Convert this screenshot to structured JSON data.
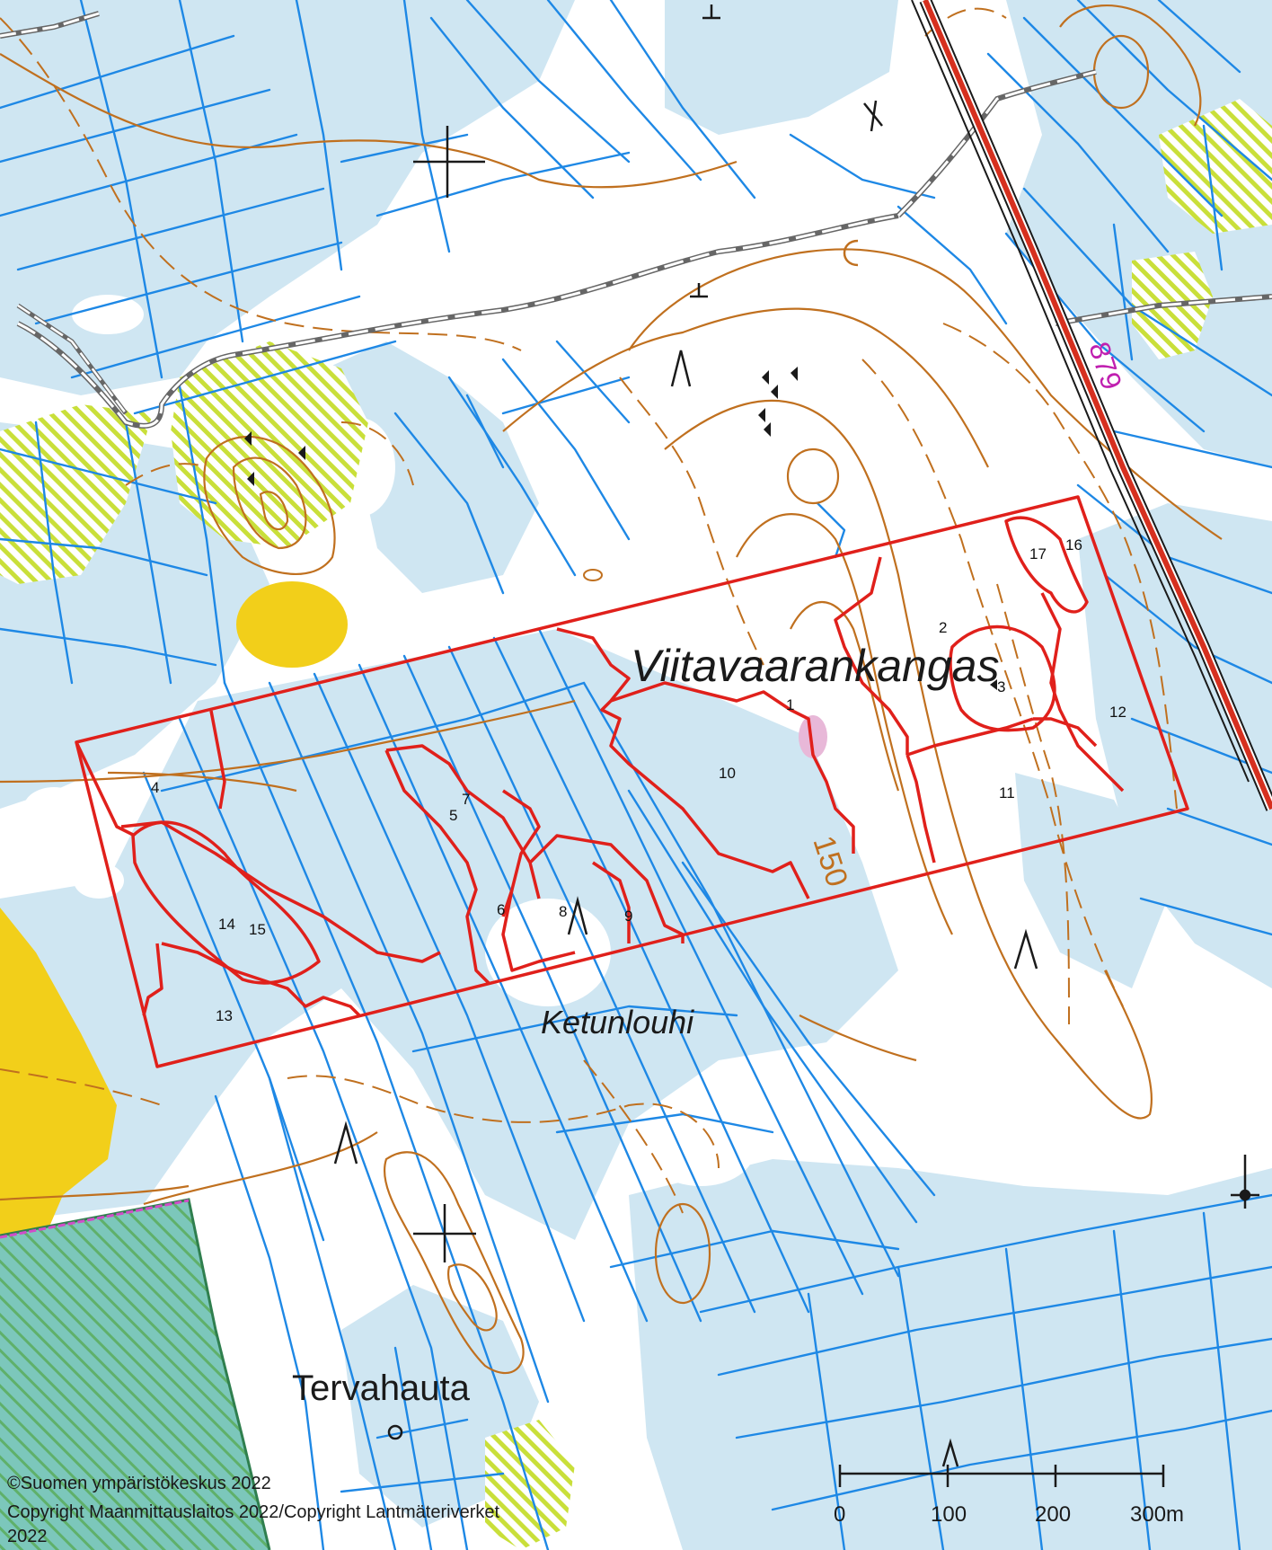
{
  "place_names": {
    "viitavaarankangas": "Viitavaarankangas",
    "ketunlouhi": "Ketunlouhi",
    "tervahauta": "Tervahauta"
  },
  "road_number": "879",
  "contour_label": "150",
  "compartments": [
    "1",
    "2",
    "3",
    "4",
    "5",
    "6",
    "7",
    "8",
    "9",
    "10",
    "11",
    "12",
    "13",
    "14",
    "15",
    "16",
    "17"
  ],
  "scale_bar": {
    "labels": [
      "0",
      "100",
      "200",
      "300m"
    ]
  },
  "copyright": {
    "line1": "©Suomen ympäristökeskus 2022",
    "line2": "Copyright Maanmittauslaitos 2022/Copyright Lantmäteriverket",
    "line3": "2022"
  },
  "colors": {
    "mire": "#cfe6f2",
    "ditch": "#1e88e5",
    "contour": "#c0701f",
    "boundary": "#e0201b",
    "road": "#d6301f",
    "road_number": "#c020b0",
    "field": "#f2cf1a",
    "hatch": "#c9df3a",
    "protected": "#7dc6b8"
  }
}
